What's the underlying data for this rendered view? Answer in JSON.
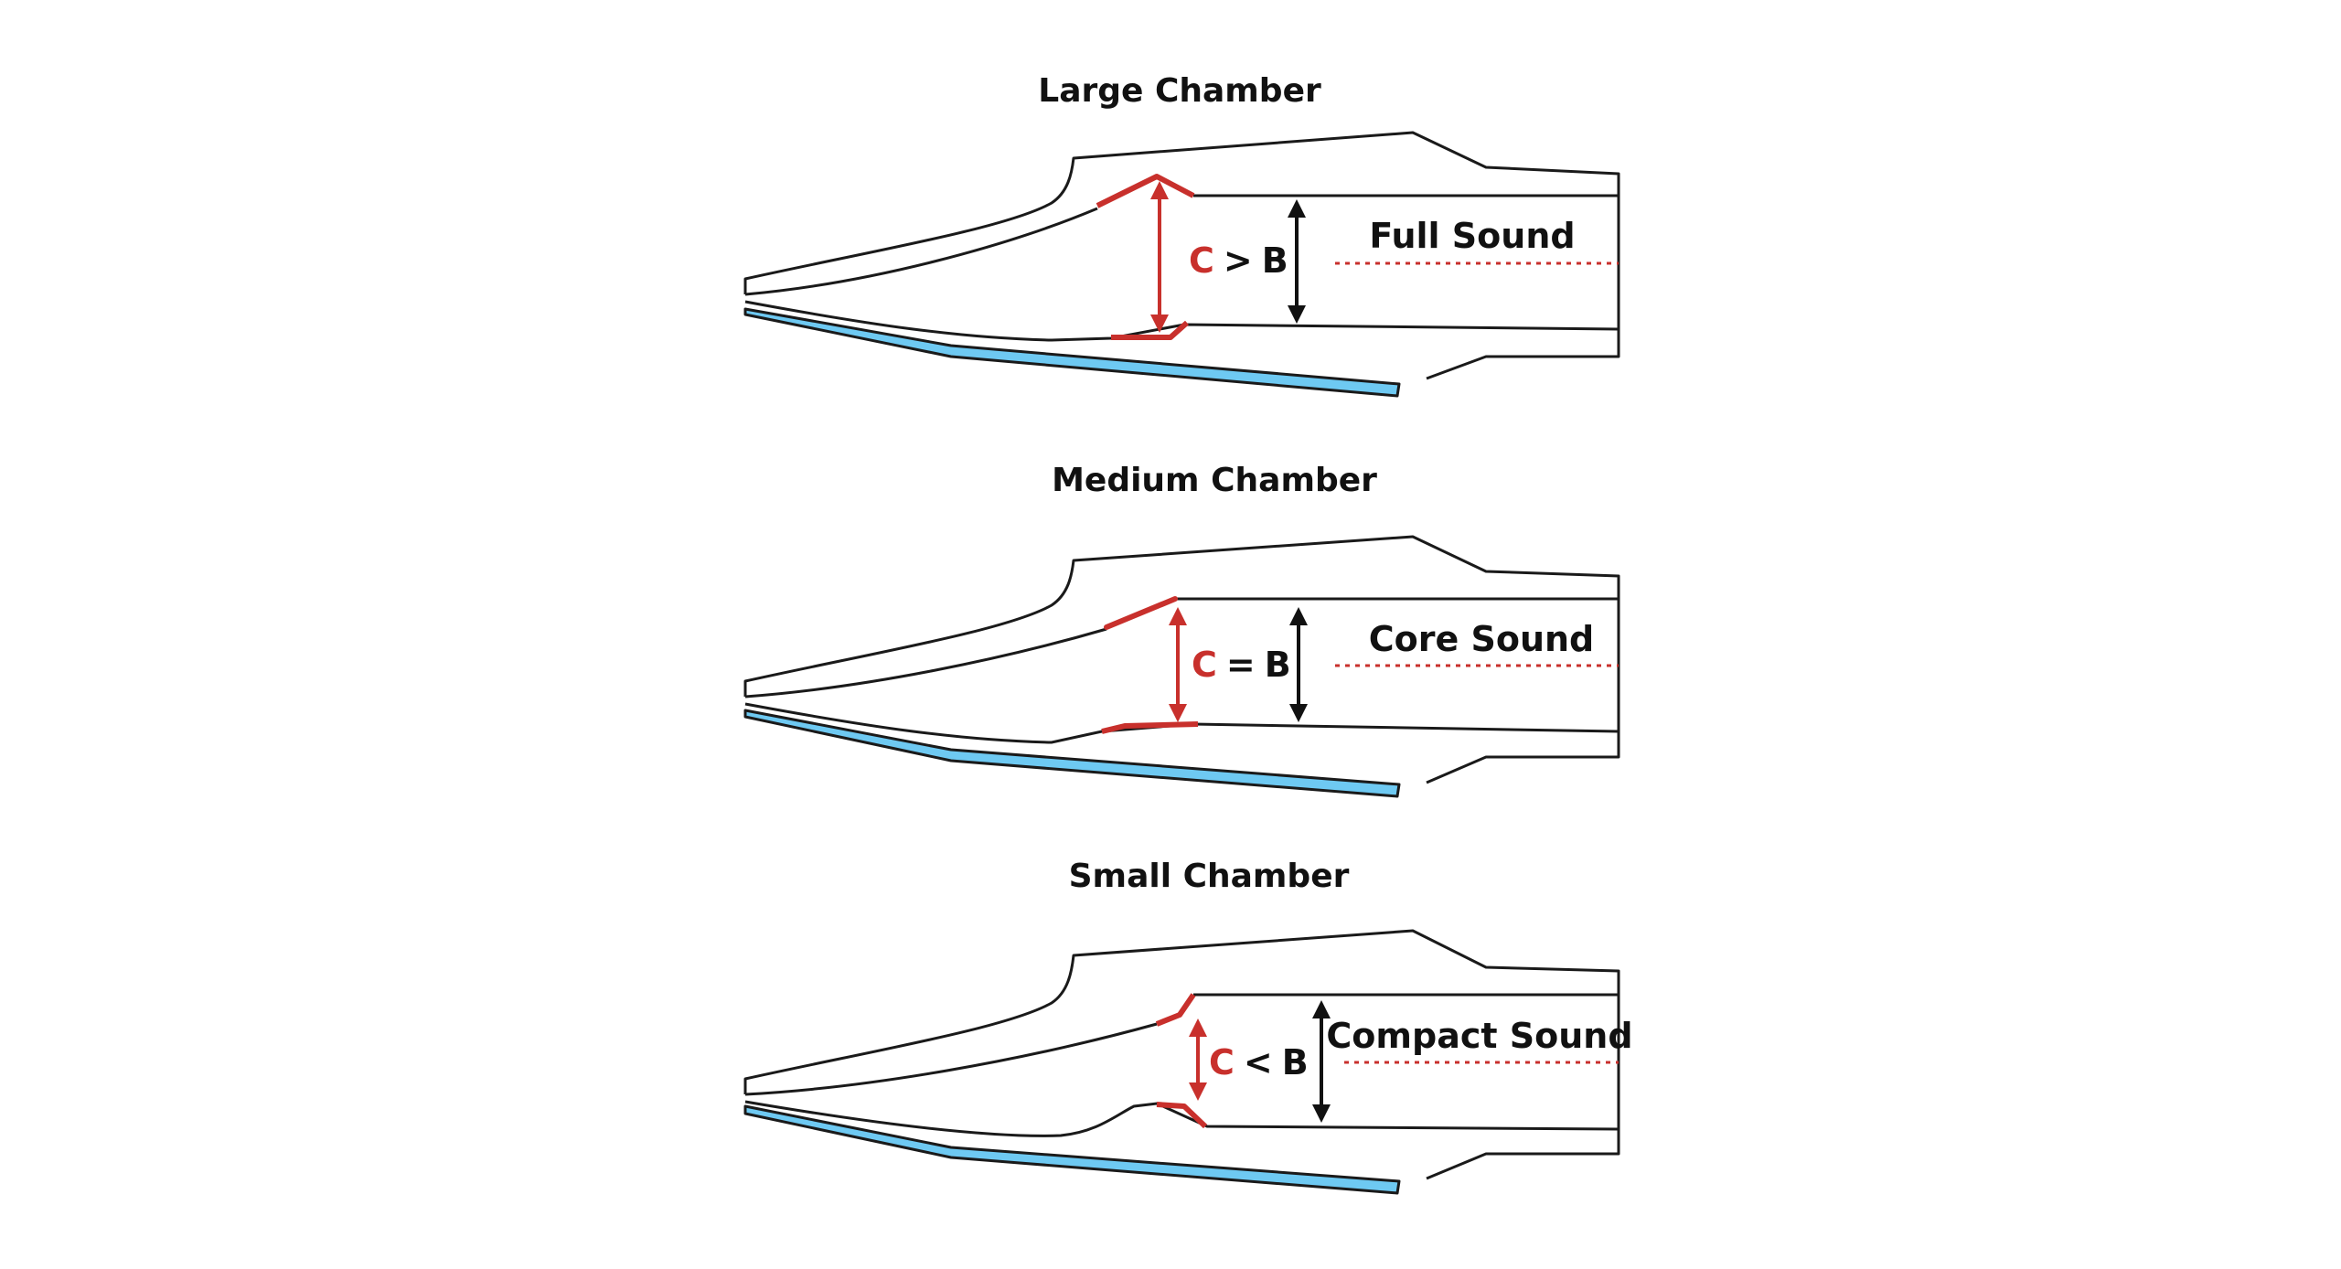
{
  "colors": {
    "outline": "#1a1a1a",
    "chamber_red": "#c8302c",
    "reed_blue": "#6ec9f2",
    "arrow_black": "#111111"
  },
  "diagrams": [
    {
      "title": "Large Chamber",
      "c_letter": "C",
      "operator": ">",
      "b_letter": "B",
      "sound_label": "Full Sound"
    },
    {
      "title": "Medium Chamber",
      "c_letter": "C",
      "operator": "=",
      "b_letter": "B",
      "sound_label": "Core Sound"
    },
    {
      "title": "Small Chamber",
      "c_letter": "C",
      "operator": "<",
      "b_letter": "B",
      "sound_label": "Compact Sound"
    }
  ]
}
